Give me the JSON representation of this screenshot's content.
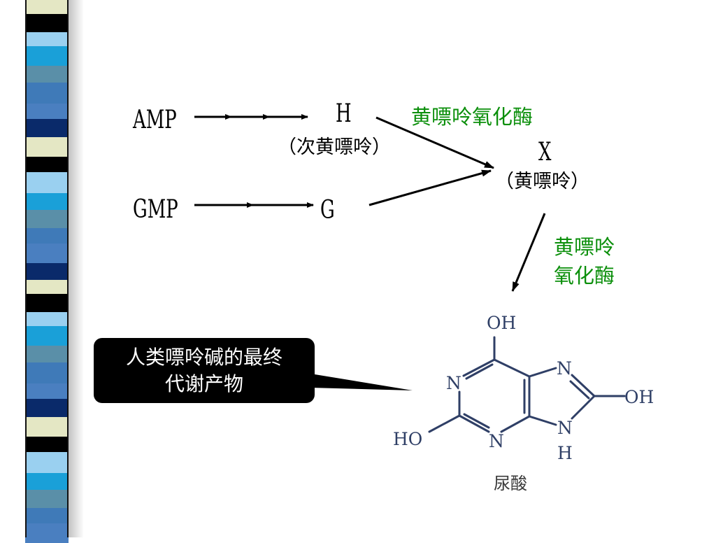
{
  "pathway": {
    "amp": "AMP",
    "gmp": "GMP",
    "h": "H",
    "h_name": "（次黄嘌呤）",
    "g": "G",
    "x": "X",
    "x_name": "（黄嘌呤）",
    "enzyme_top": "黄嘌呤氧化酶",
    "enzyme_side_line1": "黄嘌呤",
    "enzyme_side_line2": "氧化酶"
  },
  "callout": {
    "line1": "人类嘌呤碱的最终",
    "line2": "代谢产物"
  },
  "uric_acid": {
    "top_oh": "OH",
    "n1": "N",
    "n3": "N",
    "n7": "N",
    "n9": "N",
    "n9_h": "H",
    "right_oh": "OH",
    "left_ho": "HO",
    "name": "尿酸"
  },
  "colors": {
    "enzyme_text": "#0b8f0b",
    "structure": "#2f3f66",
    "callout_bg": "#000000"
  },
  "decor_strip": [
    "#e4e7c4",
    "#1aa0d8",
    "#4a7fc0",
    "#000000",
    "#5a8fa8",
    "#0a2a6a",
    "#9ad0f0",
    "#3f7ab8"
  ]
}
